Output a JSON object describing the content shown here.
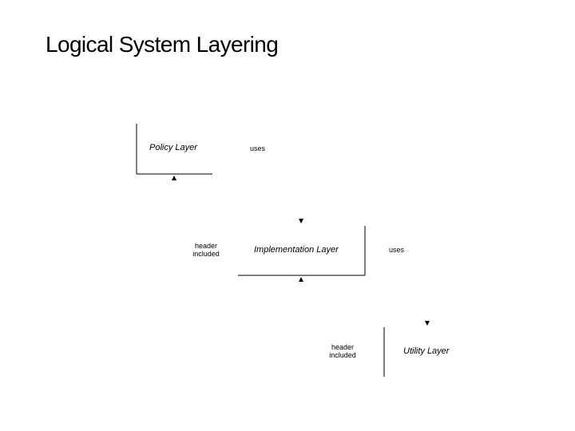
{
  "slide": {
    "title": "Logical System Layering"
  },
  "layers": {
    "policy": "Policy Layer",
    "implementation": "Implementation Layer",
    "utility": "Utility Layer"
  },
  "edges": {
    "policy_uses": "uses",
    "implementation_uses": "uses",
    "implementation_header": [
      "header",
      "included"
    ],
    "utility_header": [
      "header",
      "included"
    ]
  }
}
